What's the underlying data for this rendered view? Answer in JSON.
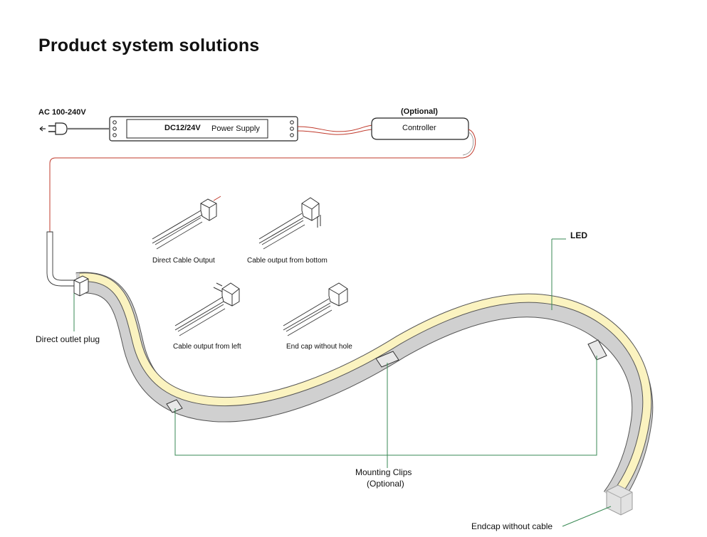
{
  "title": "Product system solutions",
  "labels": {
    "ac_input": "AC 100-240V",
    "psu_voltage": "DC12/24V",
    "psu_name": "Power Supply",
    "controller_optional": "(Optional)",
    "controller": "Controller",
    "led": "LED",
    "direct_outlet_plug": "Direct outlet plug",
    "mounting_clips": "Mounting Clips",
    "mounting_clips_optional": "(Optional)",
    "endcap_without_cable": "Endcap without cable"
  },
  "variants": [
    {
      "label": "Direct Cable Output"
    },
    {
      "label": "Cable output from bottom"
    },
    {
      "label": "Cable output from left"
    },
    {
      "label": "End cap without hole"
    }
  ],
  "colors": {
    "strip_led": "#fbf3c0",
    "strip_body": "#cfcfcf",
    "callout": "#3a8a55",
    "cable_red": "#c0392b"
  }
}
